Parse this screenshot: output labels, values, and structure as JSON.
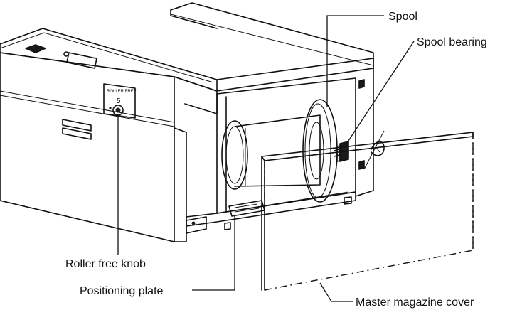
{
  "labels": {
    "spool": "Spool",
    "spool_bearing": "Spool bearing",
    "roller_free_knob": "Roller free knob",
    "positioning_plate": "Positioning plate",
    "master_magazine_cover": "Master magazine cover"
  },
  "knob_panel": {
    "caption": "ROLLER FREE",
    "number": "5"
  },
  "colors": {
    "line": "#111111",
    "background": "#ffffff"
  }
}
